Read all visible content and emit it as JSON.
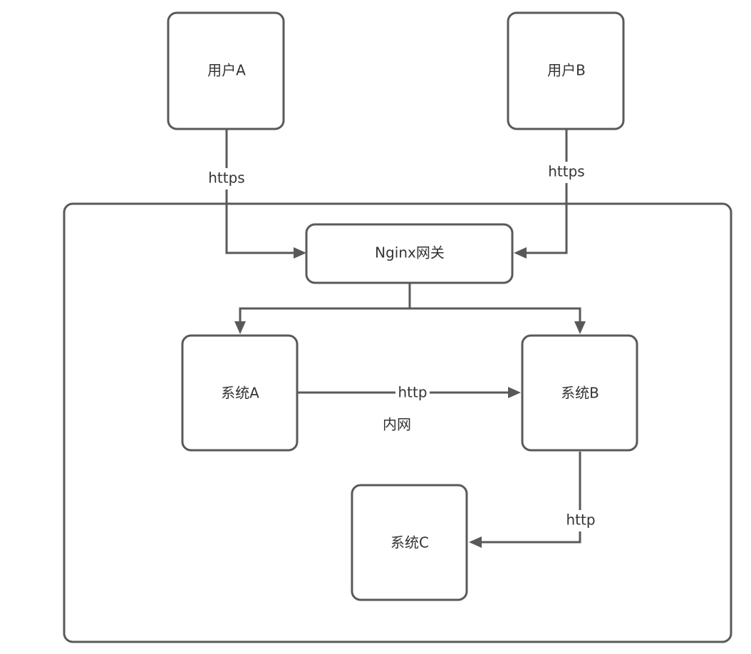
{
  "nodes": {
    "user_a": "用户A",
    "user_b": "用户B",
    "nginx": "Nginx网关",
    "system_a": "系统A",
    "system_b": "系统B",
    "system_c": "系统C"
  },
  "edges": {
    "user_a_to_nginx": "https",
    "user_b_to_nginx": "https",
    "system_a_to_system_b": "http",
    "system_b_to_system_c": "http"
  },
  "zone_label": "内网"
}
